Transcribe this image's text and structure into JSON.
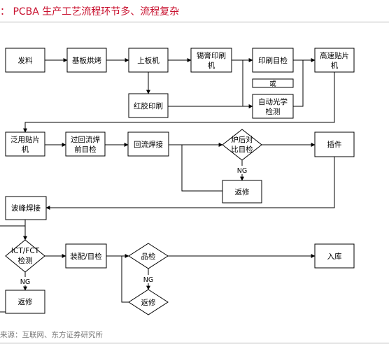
{
  "header": {
    "title": "： PCBA 生产工艺流程环节多、流程复杂"
  },
  "footer": {
    "source": "来源：互联网、东方证券研究所"
  },
  "nodes": {
    "fa_liao": "发料",
    "ji_ban_hong_kao": "基板烘烤",
    "shang_ban_ji": "上板机",
    "xi_gao_1": "锡膏印刷",
    "xi_gao_2": "机",
    "yin_shua_mu_jian": "印刷目检",
    "gao_su_1": "高速贴片",
    "gao_su_2": "机",
    "huo": "或",
    "zi_dong_1": "自动光学",
    "zi_dong_2": "检测",
    "hong_jiao": "红胶印刷",
    "fan_yong_1": "泛用贴片",
    "fan_yong_2": "机",
    "guo_hui_1": "过回流焊",
    "guo_hui_2": "前目检",
    "hui_liu": "回流焊接",
    "lu_hou_1": "炉后对",
    "lu_hou_2": "比目检",
    "cha_jian": "插件",
    "ng_1": "NG",
    "fan_xiu_1": "返修",
    "bo_feng": "波峰焊接",
    "ict_1": "ICT/FCT",
    "ict_2": "检测",
    "zhuang_pei": "装配/目检",
    "pin_jian": "品检",
    "ru_ku": "入库",
    "ng_2": "NG",
    "fan_xiu_2": "返修",
    "ng_3": "NG",
    "fan_xiu_3": "返修"
  }
}
